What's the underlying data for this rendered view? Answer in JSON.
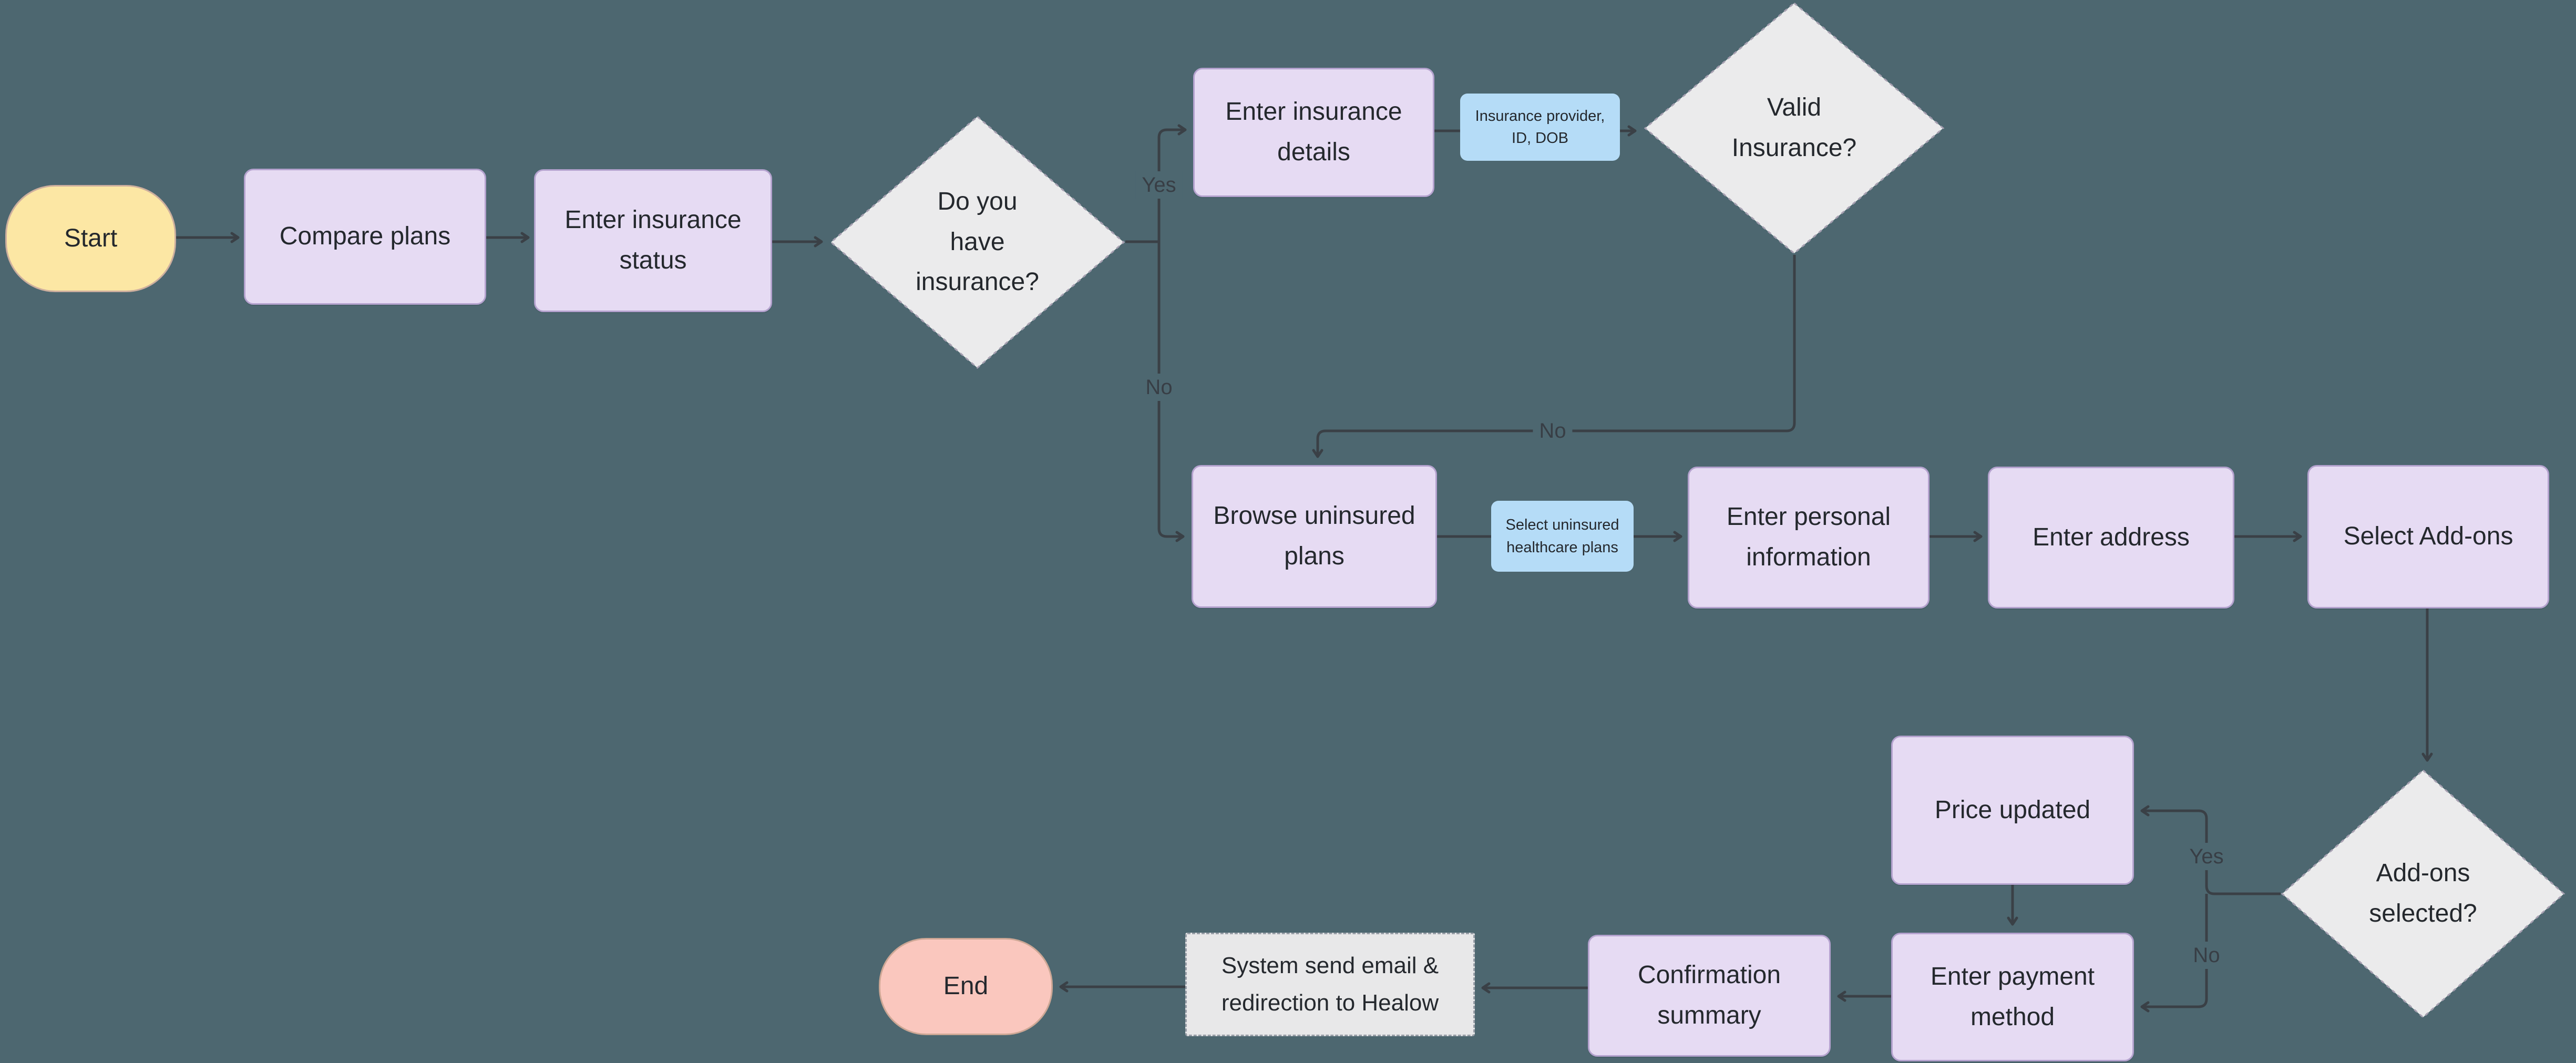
{
  "background_color": "#4D6770",
  "colors": {
    "process_fill": "#E6DBF3",
    "process_border": "#B4A2CE",
    "start_fill": "#FCE7A4",
    "end_fill": "#FAC7BE",
    "decision_fill": "#EBEBEC",
    "system_fill": "#E8E8E9",
    "annotation_fill": "#B5DCF7",
    "connector": "#3A4046",
    "text": "#24282D"
  },
  "nodes": {
    "start": {
      "label": "Start",
      "type": "terminal"
    },
    "compare_plans": {
      "label": "Compare plans",
      "type": "process"
    },
    "enter_insurance_status": {
      "label": "Enter insurance status",
      "type": "process"
    },
    "have_insurance": {
      "label": "Do you have insurance?",
      "type": "decision"
    },
    "enter_insurance_details": {
      "label": "Enter insurance details",
      "type": "process"
    },
    "valid_insurance": {
      "label": "Valid Insurance?",
      "type": "decision"
    },
    "browse_uninsured_plans": {
      "label": "Browse uninsured plans",
      "type": "process"
    },
    "enter_personal_information": {
      "label": "Enter personal information",
      "type": "process"
    },
    "enter_address": {
      "label": "Enter address",
      "type": "process"
    },
    "select_addons": {
      "label": "Select Add-ons",
      "type": "process"
    },
    "addons_selected": {
      "label": "Add-ons selected?",
      "type": "decision"
    },
    "price_updated": {
      "label": "Price updated",
      "type": "process"
    },
    "enter_payment_method": {
      "label": "Enter payment method",
      "type": "process"
    },
    "confirmation_summary": {
      "label": "Confirmation summary",
      "type": "process"
    },
    "system_send_email": {
      "label": "System send email & redirection to Healow",
      "type": "system"
    },
    "end": {
      "label": "End",
      "type": "terminal"
    }
  },
  "annotations": {
    "insurance_info": {
      "label": "Insurance provider, ID, DOB"
    },
    "select_plans": {
      "label": "Select uninsured healthcare plans"
    }
  },
  "edge_labels": {
    "have_insurance_yes": "Yes",
    "have_insurance_no": "No",
    "valid_insurance_no": "No",
    "addons_yes": "Yes",
    "addons_no": "No"
  }
}
